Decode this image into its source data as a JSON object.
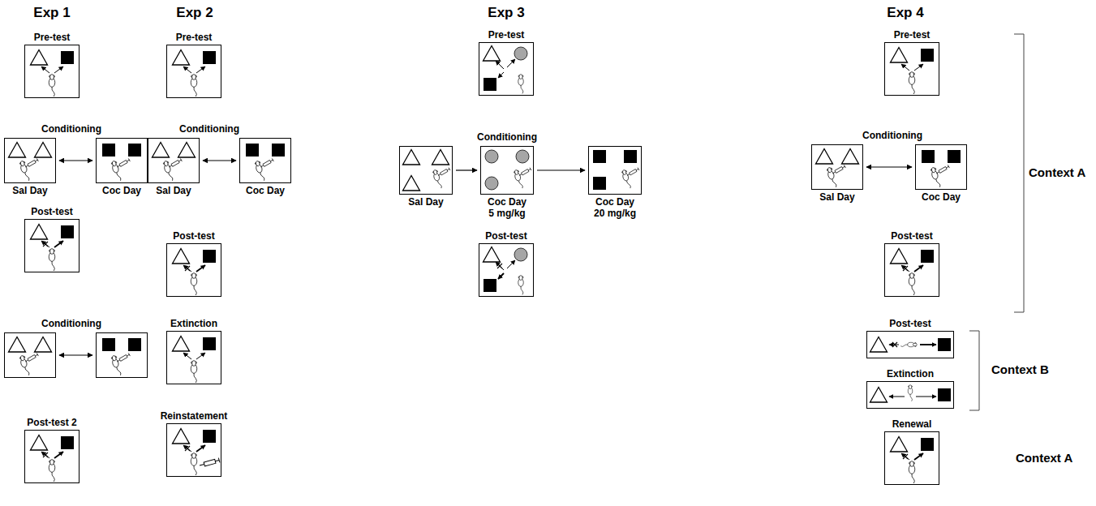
{
  "diagram": {
    "nodes": [
      {
        "text": [
          "Pre-test"
        ]
      },
      {
        "text": [
          "Sal Day"
        ]
      },
      {
        "text": [
          "Coc Day"
        ]
      },
      {
        "text": [
          "Post-test"
        ]
      },
      {
        "text": []
      },
      {
        "text": []
      },
      {
        "text": [
          "Post-test 2"
        ]
      },
      {
        "text": [
          "Pre-test"
        ]
      },
      {
        "text": [
          "Sal Day"
        ]
      },
      {
        "text": [
          "Coc Day"
        ]
      },
      {
        "text": [
          "Post-test"
        ]
      },
      {
        "text": [
          "Extinction"
        ]
      },
      {
        "text": [
          "Reinstatement"
        ]
      },
      {
        "text": [
          "Pre-test"
        ]
      },
      {
        "text": [
          "Sal Day"
        ]
      },
      {
        "text": [
          "Coc Day 5 mg/kg"
        ]
      },
      {
        "text": [
          "Coc Day 20 mg/kg"
        ]
      },
      {
        "text": [
          "Post-test"
        ]
      },
      {
        "text": [
          "Pre-test"
        ]
      },
      {
        "text": [
          "Sal Day"
        ]
      },
      {
        "text": [
          "Coc Day"
        ]
      },
      {
        "text": [
          "Post-test"
        ]
      },
      {
        "text": [
          "Post-test"
        ]
      },
      {
        "text": [
          "Extinction"
        ]
      },
      {
        "text": [
          "Renewal"
        ]
      }
    ],
    "edges": [
      {
        "from": 1,
        "to": 2,
        "arrow": "both"
      },
      {
        "from": 4,
        "to": 5,
        "arrow": "both"
      },
      {
        "from": 8,
        "to": 9,
        "arrow": "both"
      },
      {
        "from": 14,
        "to": 15,
        "arrow": "to"
      },
      {
        "from": 15,
        "to": 16,
        "arrow": "to"
      },
      {
        "from": 19,
        "to": 20,
        "arrow": "both"
      }
    ],
    "labels": [
      "Exp 1",
      "Conditioning",
      "Conditioning",
      "Exp 2",
      "Conditioning",
      "Exp 3",
      "Conditioning",
      "Exp 4",
      "Conditioning",
      "Context A",
      "Context B",
      "Context A"
    ]
  }
}
